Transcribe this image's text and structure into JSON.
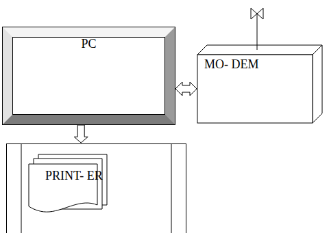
{
  "diagram": {
    "nodes": [
      {
        "text": [
          "PC"
        ]
      },
      {
        "text": [
          "MO- DEM"
        ]
      },
      {
        "text": [
          "PRINT- ER"
        ]
      }
    ],
    "edges": [
      {
        "from": 0,
        "to": 1,
        "arrow": "both"
      },
      {
        "from": 0,
        "to": 2,
        "arrow": "to"
      }
    ]
  }
}
